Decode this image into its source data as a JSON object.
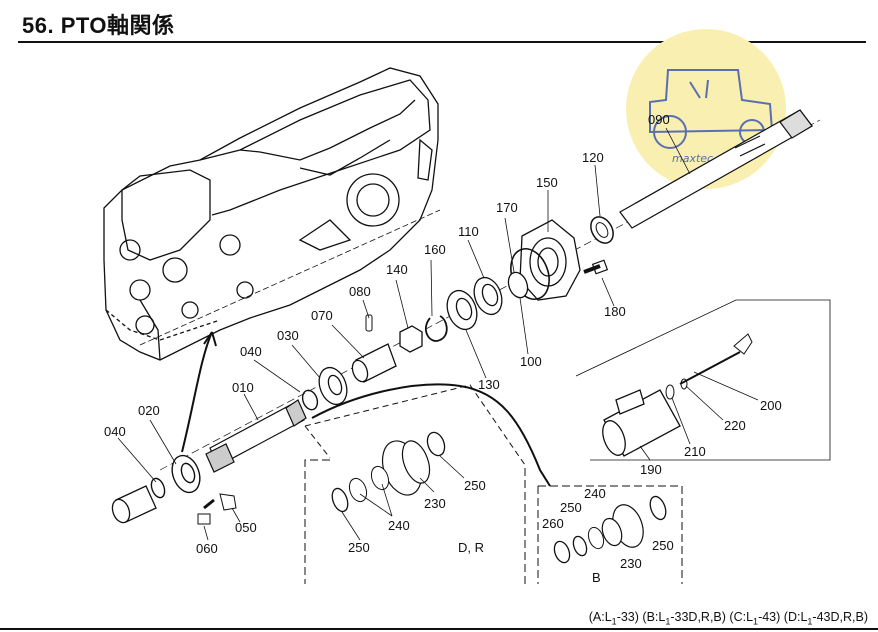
{
  "title": "56. PTO軸関係",
  "footer": {
    "a_pre": "(A:L",
    "a_post": "-33)",
    "b_pre": "(B:L",
    "b_post": "-33D,R,B)",
    "c_pre": "(C:L",
    "c_post": "-43)",
    "d_pre": "(D:L",
    "d_post": "-43D,R,B)",
    "sub": "1"
  },
  "parts": {
    "p010": "010",
    "p020": "020",
    "p030": "030",
    "p040a": "040",
    "p040b": "040",
    "p050": "050",
    "p060": "060",
    "p070": "070",
    "p080": "080",
    "p090": "090",
    "p100": "100",
    "p110": "110",
    "p120": "120",
    "p130": "130",
    "p140": "140",
    "p150": "150",
    "p160": "160",
    "p170": "170",
    "p180": "180",
    "p190": "190",
    "p200": "200",
    "p210": "210",
    "p220": "220",
    "p230a": "230",
    "p230b": "230",
    "p240a": "240",
    "p240b": "240",
    "p250a": "250",
    "p250b": "250",
    "p250c": "250",
    "p250d": "250",
    "p260": "260"
  },
  "groups": {
    "dr": "D, R",
    "b": "B"
  },
  "watermark": {
    "text": "maxtec",
    "color": "#f8efb0"
  }
}
